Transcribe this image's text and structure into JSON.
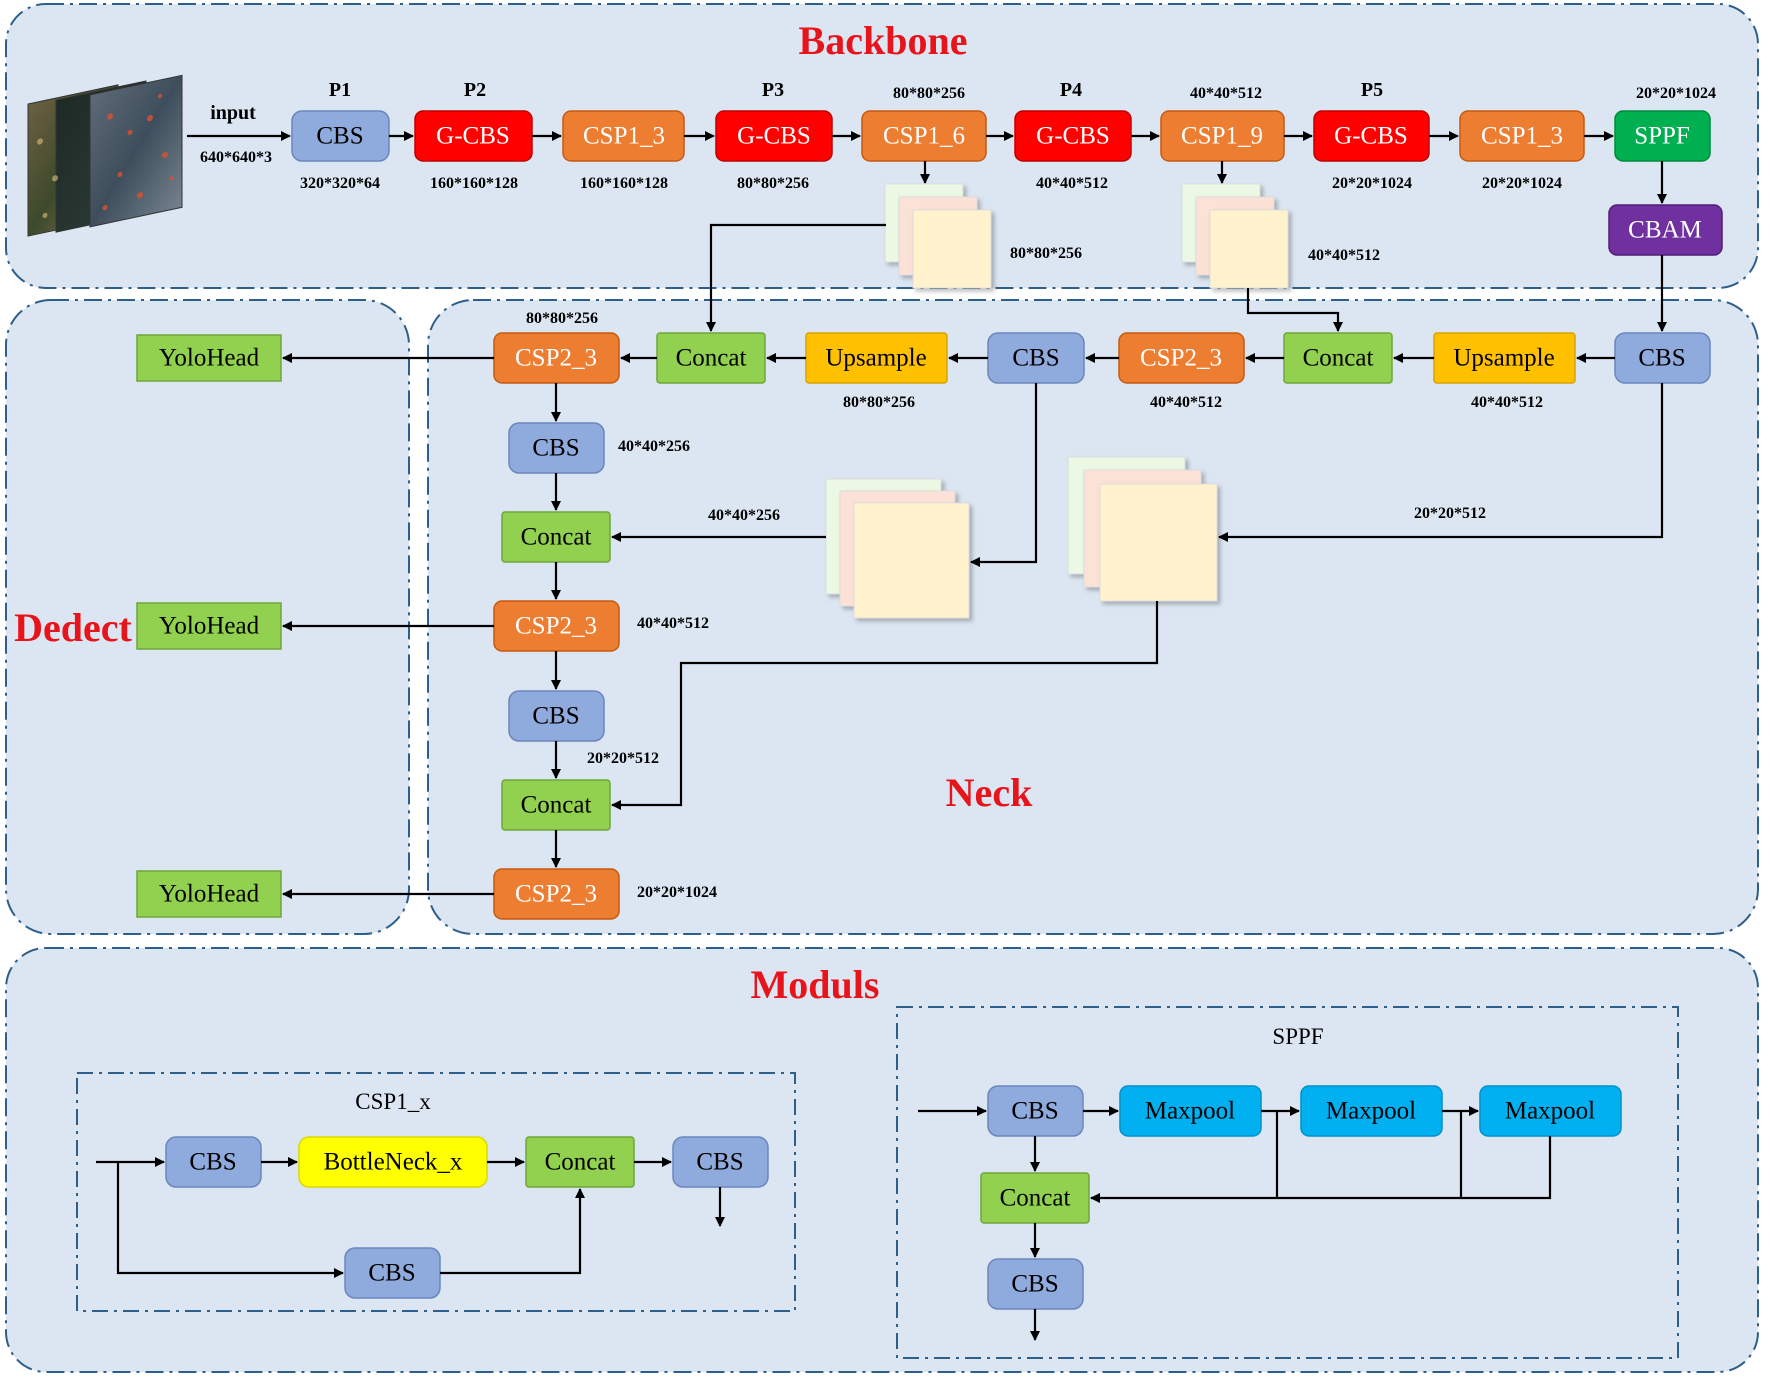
{
  "titles": {
    "backbone": "Backbone",
    "dedect": "Dedect",
    "neck": "Neck",
    "moduls": "Moduls"
  },
  "backbone": {
    "input_label": "input",
    "input_dim": "640*640*3",
    "p_labels": [
      "P1",
      "P2",
      "P3",
      "P4",
      "P5"
    ],
    "blocks": [
      "CBS",
      "G-CBS",
      "CSP1_3",
      "G-CBS",
      "CSP1_6",
      "G-CBS",
      "CSP1_9",
      "G-CBS",
      "CSP1_3",
      "SPPF",
      "CBAM"
    ],
    "dims": [
      "320*320*64",
      "160*160*128",
      "160*160*128",
      "80*80*256",
      "80*80*256",
      "40*40*512",
      "40*40*512",
      "20*20*1024",
      "20*20*1024",
      "20*20*1024"
    ],
    "feature_dims": [
      "80*80*256",
      "40*40*512"
    ]
  },
  "neck": {
    "blocks": [
      "CBS",
      "Upsample",
      "Concat",
      "CSP2_3",
      "CBS",
      "Upsample",
      "Concat",
      "CSP2_3",
      "CBS",
      "Concat",
      "CSP2_3",
      "CBS",
      "Concat",
      "CSP2_3"
    ],
    "dims": [
      "40*40*512",
      "40*40*512",
      "80*80*256",
      "80*80*256",
      "40*40*256",
      "40*40*256",
      "40*40*512",
      "20*20*512",
      "20*20*512",
      "20*20*1024"
    ]
  },
  "dedect": {
    "heads": [
      "YoloHead",
      "YoloHead",
      "YoloHead"
    ]
  },
  "moduls": {
    "csp": {
      "title": "CSP1_x",
      "blocks": [
        "CBS",
        "BottleNeck_x",
        "Concat",
        "CBS",
        "CBS"
      ]
    },
    "sppf": {
      "title": "SPPF",
      "blocks": [
        "CBS",
        "Maxpool",
        "Maxpool",
        "Maxpool",
        "Concat",
        "CBS"
      ]
    }
  },
  "colors": {
    "cbs": "#8faadc",
    "gcbs": "#ff0000",
    "csp": "#ed7d31",
    "sppf": "#00b050",
    "cbam": "#7030a0",
    "concat": "#92d050",
    "upsample": "#ffc000",
    "yolohead": "#92d050",
    "bottleneck": "#ffff00",
    "maxpool": "#00b0f0",
    "title": "#e8141c",
    "panel": "#dce6f2"
  }
}
